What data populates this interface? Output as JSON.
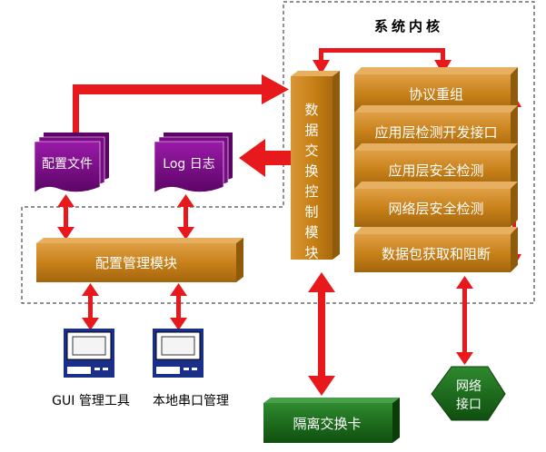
{
  "kernel": {
    "title": "系统内核",
    "switch_module": "数据交换控制模块",
    "modules": [
      "协议重组",
      "应用层检测开发接口",
      "应用层安全检测",
      "网络层安全检测",
      "数据包获取和阻断"
    ]
  },
  "config_file": "配置文件",
  "log_file": "Log 日志",
  "config_manager": "配置管理模块",
  "gui_tool": "GUI 管理工具",
  "serial_tool": "本地串口管理",
  "isolation_card": "隔离交换卡",
  "network_port": {
    "line1": "网络",
    "line2": "接口"
  },
  "colors": {
    "arrow": "#e8191c",
    "module": "#c97f10",
    "green": "#1a6e1a",
    "purple": "#7a0a86"
  }
}
